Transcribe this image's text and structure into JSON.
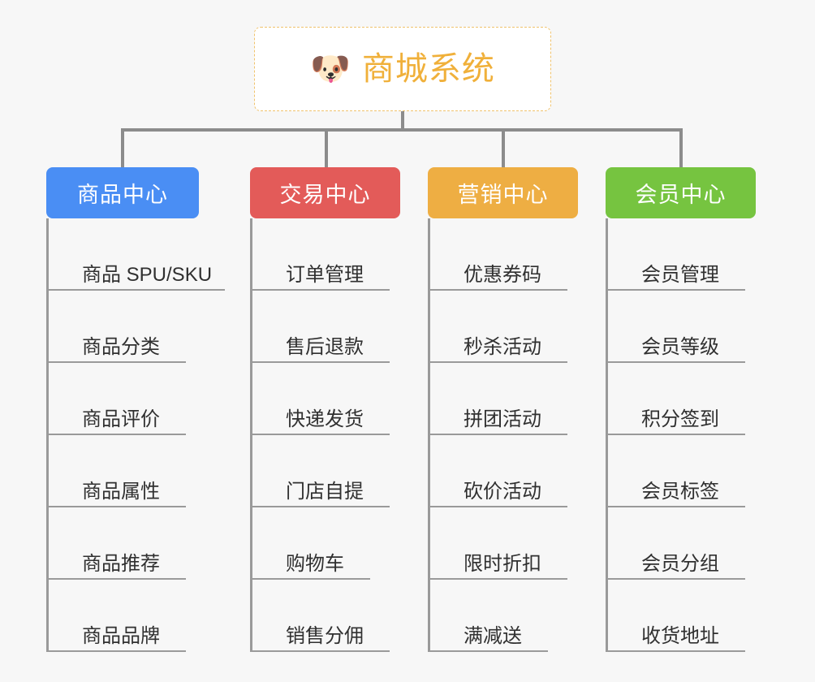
{
  "diagram": {
    "background_color": "#f7f7f7",
    "line_color": "#8c8c8c",
    "root": {
      "icon": "shiba-dog-face-icon",
      "icon_glyph": "🐶",
      "title": "商城系统",
      "text_color": "#f0b03a",
      "border_color": "#f0c36d",
      "background_color": "#ffffff"
    },
    "categories": [
      {
        "id": "product-center",
        "label": "商品中心",
        "color": "#4a8ef4",
        "items": [
          "商品 SPU/SKU",
          "商品分类",
          "商品评价",
          "商品属性",
          "商品推荐",
          "商品品牌"
        ]
      },
      {
        "id": "trade-center",
        "label": "交易中心",
        "color": "#e35b59",
        "items": [
          "订单管理",
          "售后退款",
          "快递发货",
          "门店自提",
          "购物车",
          "销售分佣"
        ]
      },
      {
        "id": "marketing-center",
        "label": "营销中心",
        "color": "#eeae43",
        "items": [
          "优惠券码",
          "秒杀活动",
          "拼团活动",
          "砍价活动",
          "限时折扣",
          "满减送"
        ]
      },
      {
        "id": "member-center",
        "label": "会员中心",
        "color": "#76c440",
        "items": [
          "会员管理",
          "会员等级",
          "积分签到",
          "会员标签",
          "会员分组",
          "收货地址"
        ]
      }
    ]
  }
}
